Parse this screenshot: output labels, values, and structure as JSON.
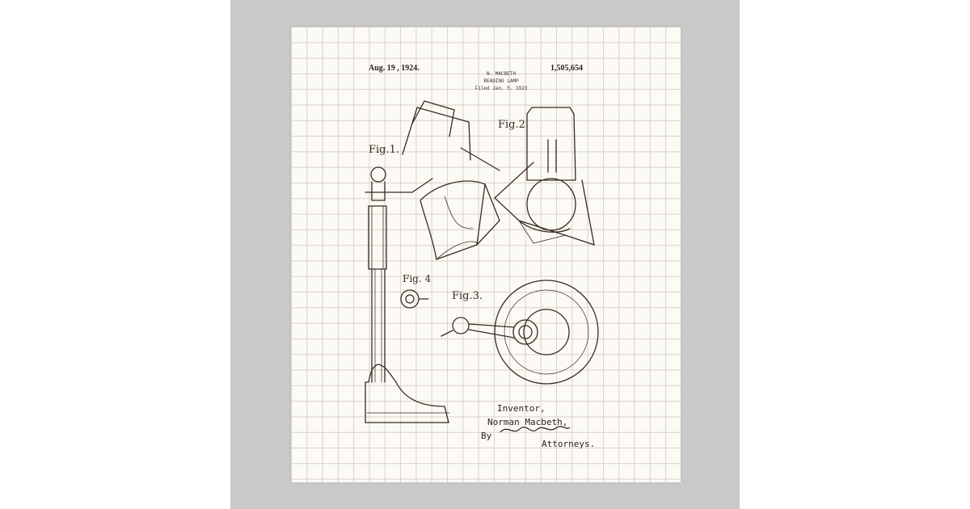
{
  "patent": {
    "date": "Aug. 19 , 1924.",
    "number": "1,505,654",
    "inventor_name_header": "N. MACBETH",
    "title": "READING LAMP",
    "filed": "Filed Jan. 5. 1923"
  },
  "figures": {
    "fig1": "Fig.1.",
    "fig2": "Fig.2",
    "fig3": "Fig.3.",
    "fig4": "Fig. 4"
  },
  "signature": {
    "inventor_label": "Inventor,",
    "inventor_name": "Norman Macbeth,",
    "by": "By",
    "attorneys": "Attorneys."
  },
  "colors": {
    "frame": "#c9c9c9",
    "paper": "#fbfaf5",
    "grid": "#d9d2c6",
    "ink": "#3a2a24"
  }
}
